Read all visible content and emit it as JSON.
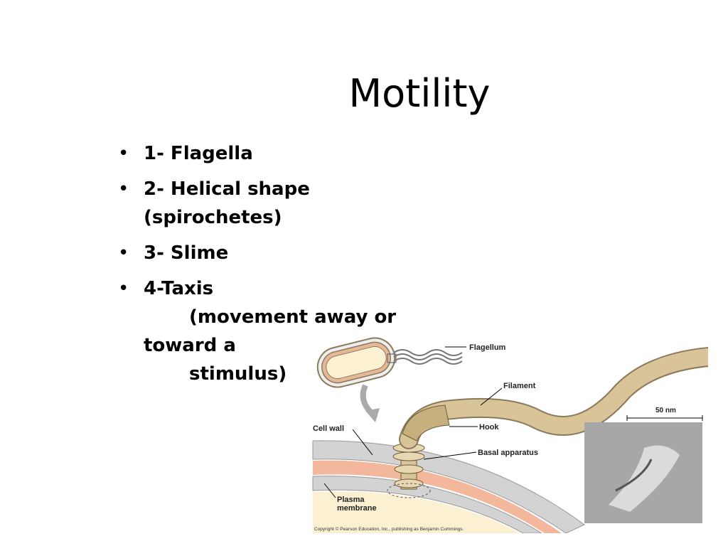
{
  "slide": {
    "title": "Motility",
    "bullets": [
      {
        "lines": [
          "1- Flagella"
        ]
      },
      {
        "lines": [
          "2- Helical shape",
          "(spirochetes)"
        ]
      },
      {
        "lines": [
          "3- Slime"
        ]
      },
      {
        "lines": [
          "4-Taxis",
          "(movement away or",
          "toward a",
          "stimulus)"
        ]
      }
    ],
    "bullet_glyph": "•"
  },
  "figure": {
    "labels": {
      "flagellum": "Flagellum",
      "filament": "Filament",
      "hook": "Hook",
      "cell_wall": "Cell wall",
      "basal_apparatus": "Basal apparatus",
      "plasma": "Plasma",
      "membrane": "membrane",
      "scale": "50 nm"
    },
    "copyright": "Copyright © Pearson Education, Inc., publishing as Benjamin Cummings."
  },
  "colors": {
    "filament": "#d9c49a",
    "cell_interior": "#fbf1d2",
    "membrane_pink": "#f3b79c",
    "wall_gray": "#cfcfcf"
  }
}
